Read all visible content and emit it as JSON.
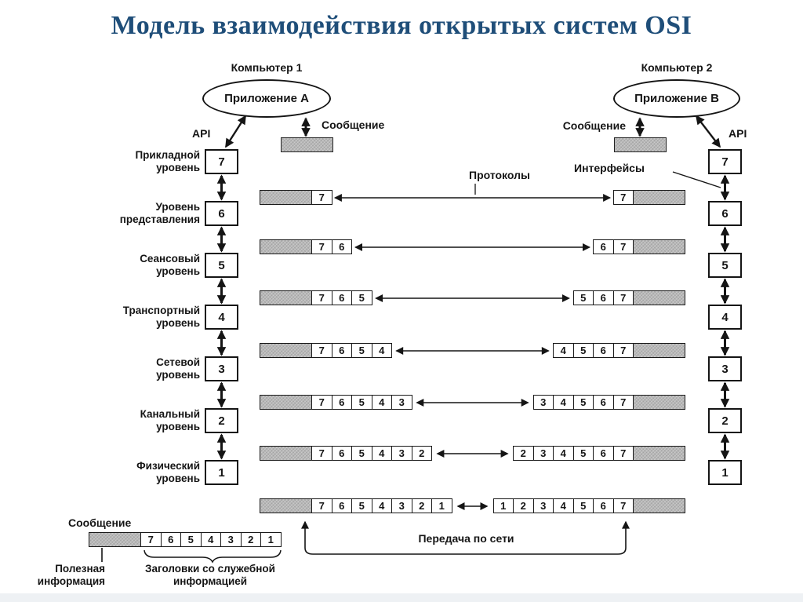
{
  "title": "Модель взаимодействия открытых систем OSI",
  "computers": {
    "left": {
      "label": "Компьютер 1",
      "app": "Приложение A",
      "api_label": "API",
      "message_label": "Сообщение"
    },
    "right": {
      "label": "Компьютер 2",
      "app": "Приложение B",
      "api_label": "API",
      "message_label": "Сообщение"
    }
  },
  "layers": [
    {
      "num": "7",
      "name_lines": [
        "Прикладной",
        "уровень"
      ]
    },
    {
      "num": "6",
      "name_lines": [
        "Уровень",
        "представления"
      ]
    },
    {
      "num": "5",
      "name_lines": [
        "Сеансовый",
        "уровень"
      ]
    },
    {
      "num": "4",
      "name_lines": [
        "Транспортный",
        "уровень"
      ]
    },
    {
      "num": "3",
      "name_lines": [
        "Сетевой",
        "уровень"
      ]
    },
    {
      "num": "2",
      "name_lines": [
        "Канальный",
        "уровень"
      ]
    },
    {
      "num": "1",
      "name_lines": [
        "Физический",
        "уровень"
      ]
    }
  ],
  "frames": [
    {
      "left_cells": [
        "7"
      ],
      "right_cells": [
        "7"
      ]
    },
    {
      "left_cells": [
        "7",
        "6"
      ],
      "right_cells": [
        "6",
        "7"
      ]
    },
    {
      "left_cells": [
        "7",
        "6",
        "5"
      ],
      "right_cells": [
        "5",
        "6",
        "7"
      ]
    },
    {
      "left_cells": [
        "7",
        "6",
        "5",
        "4"
      ],
      "right_cells": [
        "4",
        "5",
        "6",
        "7"
      ]
    },
    {
      "left_cells": [
        "7",
        "6",
        "5",
        "4",
        "3"
      ],
      "right_cells": [
        "3",
        "4",
        "5",
        "6",
        "7"
      ]
    },
    {
      "left_cells": [
        "7",
        "6",
        "5",
        "4",
        "3",
        "2"
      ],
      "right_cells": [
        "2",
        "3",
        "4",
        "5",
        "6",
        "7"
      ]
    },
    {
      "left_cells": [
        "7",
        "6",
        "5",
        "4",
        "3",
        "2",
        "1"
      ],
      "right_cells": [
        "1",
        "2",
        "3",
        "4",
        "5",
        "6",
        "7"
      ]
    }
  ],
  "annotations": {
    "protocols": "Протоколы",
    "interfaces": "Интерфейсы",
    "network_transfer": "Передача по сети",
    "bottom_message": "Сообщение",
    "payload_lines": [
      "Полезная",
      "информация"
    ],
    "headers_lines": [
      "Заголовки со служебной",
      "информацией"
    ]
  },
  "bottom_frame_cells": [
    "7",
    "6",
    "5",
    "4",
    "3",
    "2",
    "1"
  ],
  "colors": {
    "title": "#1f4e79",
    "line": "#151515",
    "gray_fill": "#b6b6b6",
    "background": "#ffffff"
  }
}
